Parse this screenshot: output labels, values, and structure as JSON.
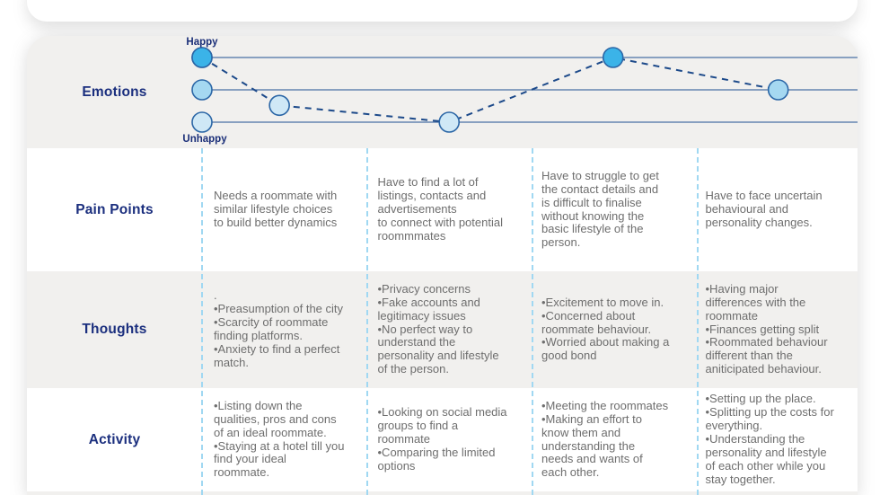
{
  "emotions_row": {
    "label": "Emotions"
  },
  "rows": [
    {
      "label": "Pain Points",
      "cells": [
        [
          "Needs a roommate with",
          "similar lifestyle choices",
          "to build better dynamics"
        ],
        [
          "Have to find a lot of",
          "listings, contacts and",
          "advertisements",
          "to connect with potential",
          "roommmates"
        ],
        [
          "Have to struggle to get",
          "the contact details and",
          "is difficult to finalise",
          "without knowing the",
          "basic lifestyle of the",
          "person."
        ],
        [
          "Have to face uncertain",
          "behavioural and",
          "personality changes."
        ]
      ]
    },
    {
      "label": "Thoughts",
      "cells": [
        [
          ".",
          "•Preasumption of the city",
          "•Scarcity of roommate",
          "finding platforms.",
          "•Anxiety to find a perfect",
          "match."
        ],
        [
          "•Privacy concerns",
          "•Fake accounts and",
          "legitimacy issues",
          "•No perfect way to",
          "understand the",
          "personality and lifestyle",
          "of the person."
        ],
        [
          "•Excitement to move in.",
          "•Concerned about",
          "roommate behaviour.",
          "•Worried about making a",
          "good bond"
        ],
        [
          "•Having major",
          "differences with the",
          "roommate",
          "•Finances getting split",
          "•Roommated behaviour",
          "different than the",
          "aniticipated behaviour."
        ]
      ]
    },
    {
      "label": "Activity",
      "cells": [
        [
          "•Listing down the",
          "qualities, pros and cons",
          "of an ideal roommate.",
          "•Staying at a hotel till you",
          "find your ideal",
          "roommate."
        ],
        [
          "•Looking on social media",
          "groups to find a",
          "roommate",
          "•Comparing the limited",
          "options"
        ],
        [
          "•Meeting the roommates",
          "•Making an effort to",
          "know them and",
          "understanding the",
          "needs and wants of",
          "each other."
        ],
        [
          "•Setting up the place.",
          "•Splitting up the costs for",
          "everything.",
          "•Understanding the",
          "personality and lifestyle",
          "of each other while you",
          "stay together."
        ]
      ]
    }
  ],
  "chart_data": {
    "type": "line",
    "title": "Emotions",
    "y_axis": {
      "top_label": "Happy",
      "bottom_label": "Unhappy",
      "levels": 3,
      "range": [
        0,
        1
      ]
    },
    "grid": "three horizontal level lines",
    "legend_position": "left scale markers",
    "scale_markers": [
      {
        "value": 1.0,
        "tone": "bright"
      },
      {
        "value": 0.5,
        "tone": "medium"
      },
      {
        "value": 0.0,
        "tone": "light"
      }
    ],
    "points": [
      {
        "x_frac": 0.0,
        "value": 1.0,
        "tone": "bright"
      },
      {
        "x_frac": 0.118,
        "value": 0.26,
        "tone": "light"
      },
      {
        "x_frac": 0.377,
        "value": 0.0,
        "tone": "light"
      },
      {
        "x_frac": 0.627,
        "value": 1.0,
        "tone": "bright"
      },
      {
        "x_frac": 0.879,
        "value": 0.5,
        "tone": "medium"
      }
    ],
    "colors": {
      "bright": "#3bb3e8",
      "medium": "#a5d8f1",
      "light": "#cfe8f6",
      "dot_stroke": "#2b66a6",
      "level_line": "#4a6fa5",
      "dash_line": "#1d4a8a",
      "label_text": "#1a2e78"
    }
  }
}
